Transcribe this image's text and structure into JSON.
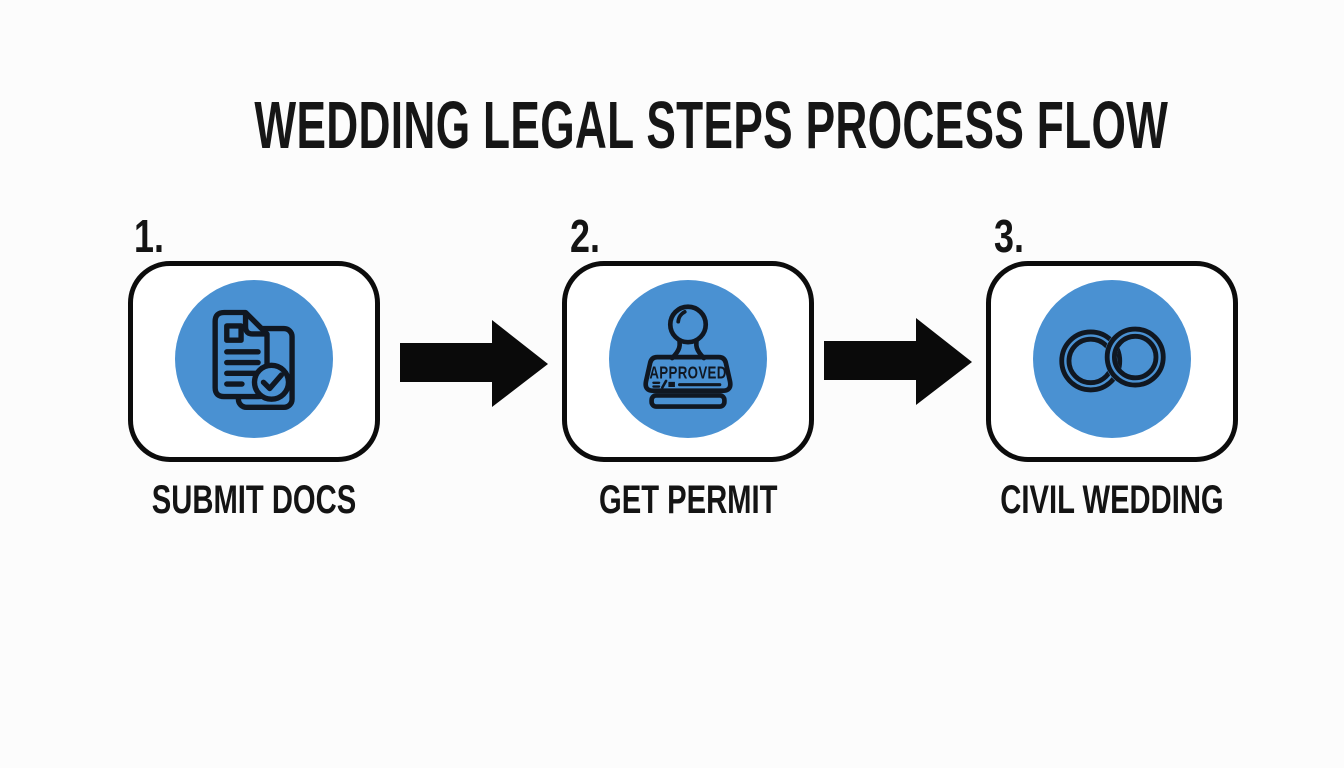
{
  "page": {
    "title": "WEDDING LEGAL STEPS PROCESS FLOW",
    "type_hint": "process-flow-infographic"
  },
  "colors": {
    "background": "#FCFCFC",
    "box_fill": "#FFFFFF",
    "box_border": "#0C0C0C",
    "circle_blue": "#4A91D2",
    "icon_ink": "#101721",
    "arrow_black": "#0A0A0A",
    "text_black": "#141414"
  },
  "steps": [
    {
      "number": "1.",
      "label": "SUBMIT DOCS",
      "icon": "documents-check-icon"
    },
    {
      "number": "2.",
      "label": "GET PERMIT",
      "icon": "approval-stamp-icon",
      "stamp_text": "APPROVED"
    },
    {
      "number": "3.",
      "label": "CIVIL WEDDING",
      "icon": "wedding-rings-icon"
    }
  ],
  "connectors": [
    {
      "from": "SUBMIT DOCS",
      "to": "GET PERMIT",
      "type": "arrow-right"
    },
    {
      "from": "GET PERMIT",
      "to": "CIVIL WEDDING",
      "type": "arrow-right"
    }
  ]
}
